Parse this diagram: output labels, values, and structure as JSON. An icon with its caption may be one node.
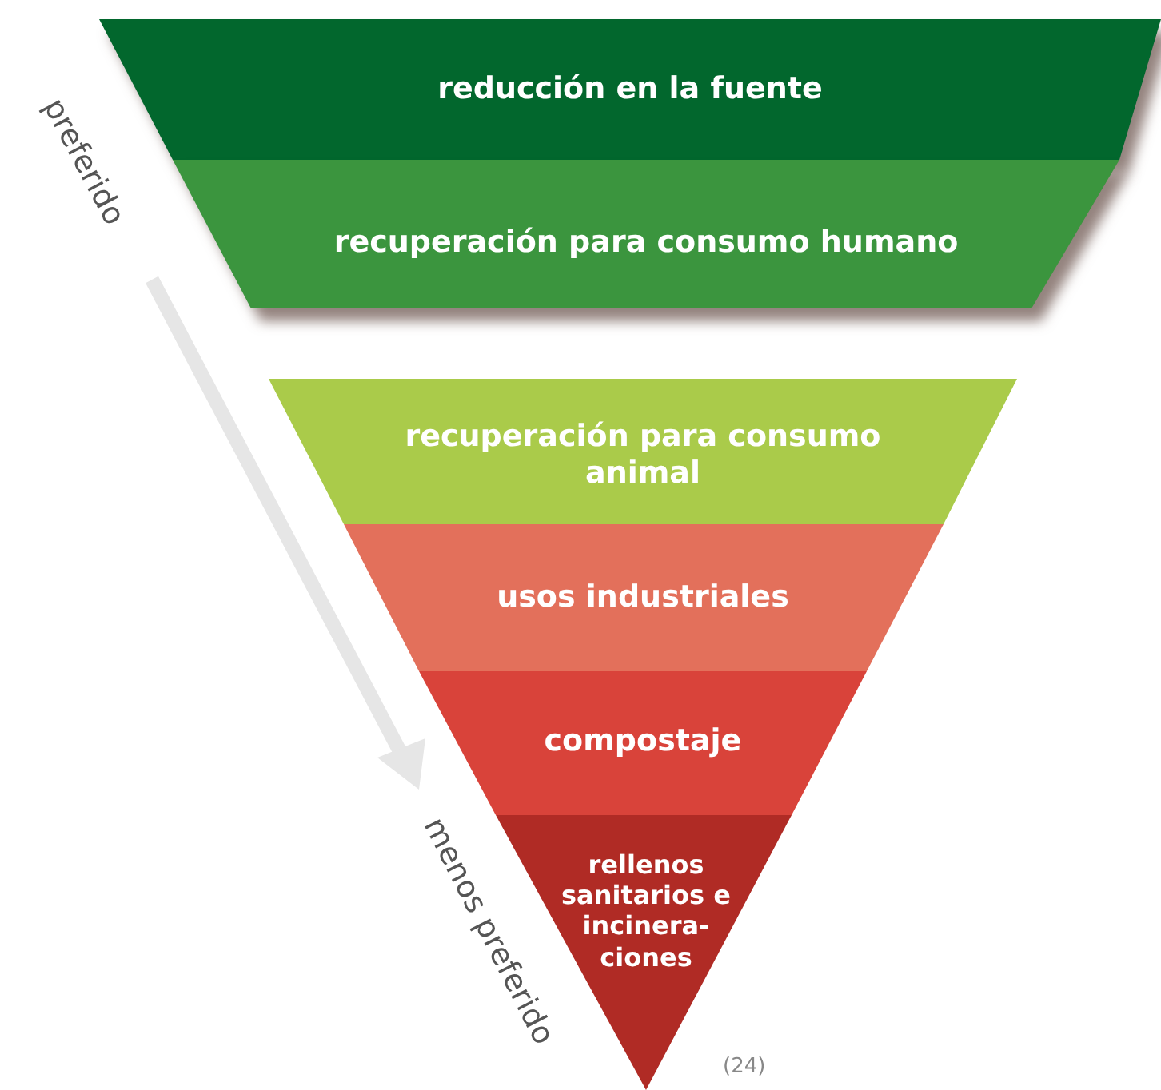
{
  "diagram": {
    "nodes": [
      {
        "text": [
          "reducción en la fuente"
        ]
      },
      {
        "text": [
          "recuperación para consumo humano"
        ]
      },
      {
        "text": [
          "recuperación para consumo animal"
        ]
      },
      {
        "text": [
          "usos industriales"
        ]
      },
      {
        "text": [
          "compostaje"
        ]
      },
      {
        "text": [
          "rellenos sanitarios e incinera-ciones"
        ]
      }
    ],
    "labels": [
      "preferido",
      "menos preferido",
      "(24)"
    ]
  }
}
